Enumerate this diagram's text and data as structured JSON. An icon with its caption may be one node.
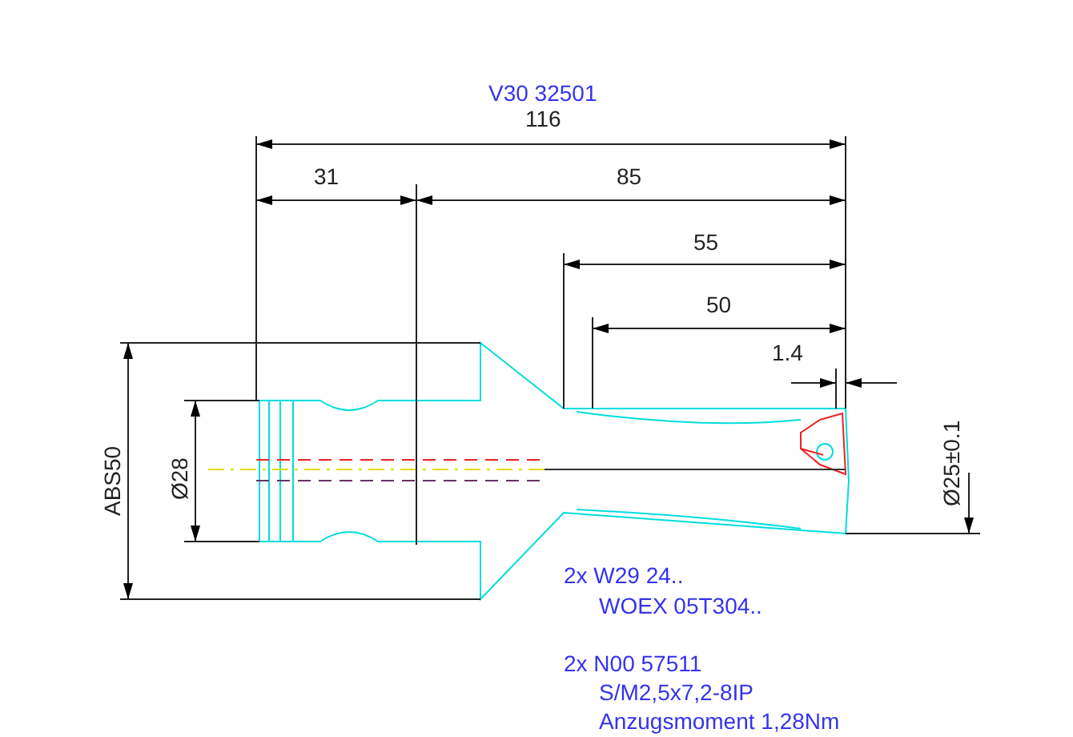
{
  "diagram": {
    "labels": [
      "V30 32501",
      "116",
      "31",
      "85",
      "55",
      "50",
      "1.4",
      "ABS50",
      "Ø28",
      "Ø25±0.1",
      "2x W29 24..",
      "WOEX 05T304..",
      "2x N00 57511",
      "S/M2,5x7,2-8IP",
      "Anzugsmoment 1,28Nm"
    ]
  }
}
